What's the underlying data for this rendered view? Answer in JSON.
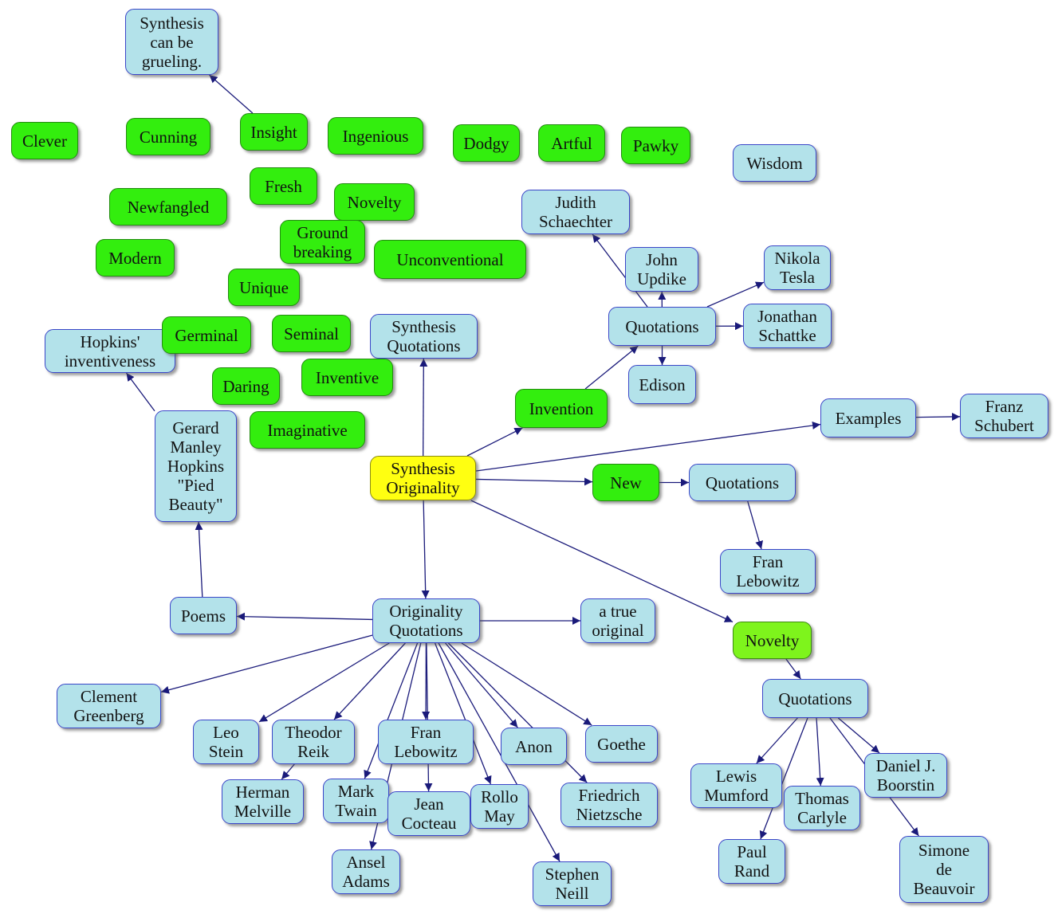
{
  "colors": {
    "blue": "#b3e2ea",
    "green": "#33ee0e",
    "lime": "#7ef41c",
    "yellow": "#ffff11",
    "edge": "#1a1a7a"
  },
  "nodes": {
    "grueling": {
      "label": "Synthesis\ncan be\ngrueling.",
      "color": "blue"
    },
    "clever": {
      "label": "Clever",
      "color": "green"
    },
    "cunning": {
      "label": "Cunning",
      "color": "green"
    },
    "insight": {
      "label": "Insight",
      "color": "green"
    },
    "ingenious": {
      "label": "Ingenious",
      "color": "green"
    },
    "dodgy": {
      "label": "Dodgy",
      "color": "green"
    },
    "artful": {
      "label": "Artful",
      "color": "green"
    },
    "pawky": {
      "label": "Pawky",
      "color": "green"
    },
    "wisdom": {
      "label": "Wisdom",
      "color": "blue"
    },
    "fresh": {
      "label": "Fresh",
      "color": "green"
    },
    "newfangled": {
      "label": "Newfangled",
      "color": "green"
    },
    "novelty_g": {
      "label": "Novelty",
      "color": "green"
    },
    "ground": {
      "label": "Ground\nbreaking",
      "color": "green"
    },
    "modern": {
      "label": "Modern",
      "color": "green"
    },
    "unconventional": {
      "label": "Unconventional",
      "color": "green"
    },
    "unique": {
      "label": "Unique",
      "color": "green"
    },
    "hopkins_inv": {
      "label": "Hopkins'\ninventiveness",
      "color": "blue"
    },
    "germinal": {
      "label": "Germinal",
      "color": "green"
    },
    "seminal": {
      "label": "Seminal",
      "color": "green"
    },
    "synth_quot": {
      "label": "Synthesis\nQuotations",
      "color": "blue"
    },
    "daring": {
      "label": "Daring",
      "color": "green"
    },
    "inventive": {
      "label": "Inventive",
      "color": "green"
    },
    "imaginative": {
      "label": "Imaginative",
      "color": "green"
    },
    "gerard": {
      "label": "Gerard\nManley\nHopkins\n\"Pied\nBeauty\"",
      "color": "blue"
    },
    "judith": {
      "label": "Judith\nSchaechter",
      "color": "blue"
    },
    "updike": {
      "label": "John\nUpdike",
      "color": "blue"
    },
    "tesla": {
      "label": "Nikola\nTesla",
      "color": "blue"
    },
    "quot_inv": {
      "label": "Quotations",
      "color": "blue"
    },
    "schattke": {
      "label": "Jonathan\nSchattke",
      "color": "blue"
    },
    "edison": {
      "label": "Edison",
      "color": "blue"
    },
    "invention": {
      "label": "Invention",
      "color": "green"
    },
    "examples": {
      "label": "Examples",
      "color": "blue"
    },
    "schubert": {
      "label": "Franz\nSchubert",
      "color": "blue"
    },
    "center": {
      "label": "Synthesis\nOriginality",
      "color": "yellow"
    },
    "new": {
      "label": "New",
      "color": "green"
    },
    "quot_new": {
      "label": "Quotations",
      "color": "blue"
    },
    "fran1": {
      "label": "Fran\nLebowitz",
      "color": "blue"
    },
    "poems": {
      "label": "Poems",
      "color": "blue"
    },
    "orig_quot": {
      "label": "Originality\nQuotations",
      "color": "blue"
    },
    "true_orig": {
      "label": "a true\noriginal",
      "color": "blue"
    },
    "novelty_l": {
      "label": "Novelty",
      "color": "lime"
    },
    "greenberg": {
      "label": "Clement\nGreenberg",
      "color": "blue"
    },
    "quot_nov": {
      "label": "Quotations",
      "color": "blue"
    },
    "leo": {
      "label": "Leo\nStein",
      "color": "blue"
    },
    "reik": {
      "label": "Theodor\nReik",
      "color": "blue"
    },
    "fran2": {
      "label": "Fran\nLebowitz",
      "color": "blue"
    },
    "anon": {
      "label": "Anon",
      "color": "blue"
    },
    "goethe": {
      "label": "Goethe",
      "color": "blue"
    },
    "mumford": {
      "label": "Lewis\nMumford",
      "color": "blue"
    },
    "boorstin": {
      "label": "Daniel J.\nBoorstin",
      "color": "blue"
    },
    "carlyle": {
      "label": "Thomas\nCarlyle",
      "color": "blue"
    },
    "melville": {
      "label": "Herman\nMelville",
      "color": "blue"
    },
    "twain": {
      "label": "Mark\nTwain",
      "color": "blue"
    },
    "cocteau": {
      "label": "Jean\nCocteau",
      "color": "blue"
    },
    "may": {
      "label": "Rollo\nMay",
      "color": "blue"
    },
    "nietzsche": {
      "label": "Friedrich\nNietzsche",
      "color": "blue"
    },
    "rand": {
      "label": "Paul\nRand",
      "color": "blue"
    },
    "beauvoir": {
      "label": "Simone\nde\nBeauvoir",
      "color": "blue"
    },
    "adams": {
      "label": "Ansel\nAdams",
      "color": "blue"
    },
    "neill": {
      "label": "Stephen\nNeill",
      "color": "blue"
    }
  },
  "edges": [
    [
      "insight",
      "grueling"
    ],
    [
      "center",
      "synth_quot"
    ],
    [
      "center",
      "invention"
    ],
    [
      "center",
      "examples"
    ],
    [
      "center",
      "new"
    ],
    [
      "center",
      "orig_quot"
    ],
    [
      "center",
      "novelty_l"
    ],
    [
      "invention",
      "quot_inv"
    ],
    [
      "quot_inv",
      "schattke"
    ],
    [
      "quot_inv",
      "edison"
    ],
    [
      "quot_inv",
      "tesla"
    ],
    [
      "quot_inv",
      "updike"
    ],
    [
      "quot_inv",
      "judith"
    ],
    [
      "examples",
      "schubert"
    ],
    [
      "new",
      "quot_new"
    ],
    [
      "quot_new",
      "fran1"
    ],
    [
      "novelty_l",
      "quot_nov"
    ],
    [
      "quot_nov",
      "mumford"
    ],
    [
      "quot_nov",
      "carlyle"
    ],
    [
      "quot_nov",
      "boorstin"
    ],
    [
      "quot_nov",
      "beauvoir"
    ],
    [
      "quot_nov",
      "rand"
    ],
    [
      "orig_quot",
      "poems"
    ],
    [
      "orig_quot",
      "true_orig"
    ],
    [
      "orig_quot",
      "greenberg"
    ],
    [
      "orig_quot",
      "leo"
    ],
    [
      "orig_quot",
      "reik"
    ],
    [
      "orig_quot",
      "fran2"
    ],
    [
      "orig_quot",
      "anon"
    ],
    [
      "orig_quot",
      "goethe"
    ],
    [
      "orig_quot",
      "twain"
    ],
    [
      "orig_quot",
      "cocteau"
    ],
    [
      "orig_quot",
      "may"
    ],
    [
      "orig_quot",
      "nietzsche"
    ],
    [
      "orig_quot",
      "adams"
    ],
    [
      "orig_quot",
      "neill"
    ],
    [
      "reik",
      "melville"
    ],
    [
      "poems",
      "gerard"
    ],
    [
      "gerard",
      "hopkins_inv"
    ]
  ]
}
